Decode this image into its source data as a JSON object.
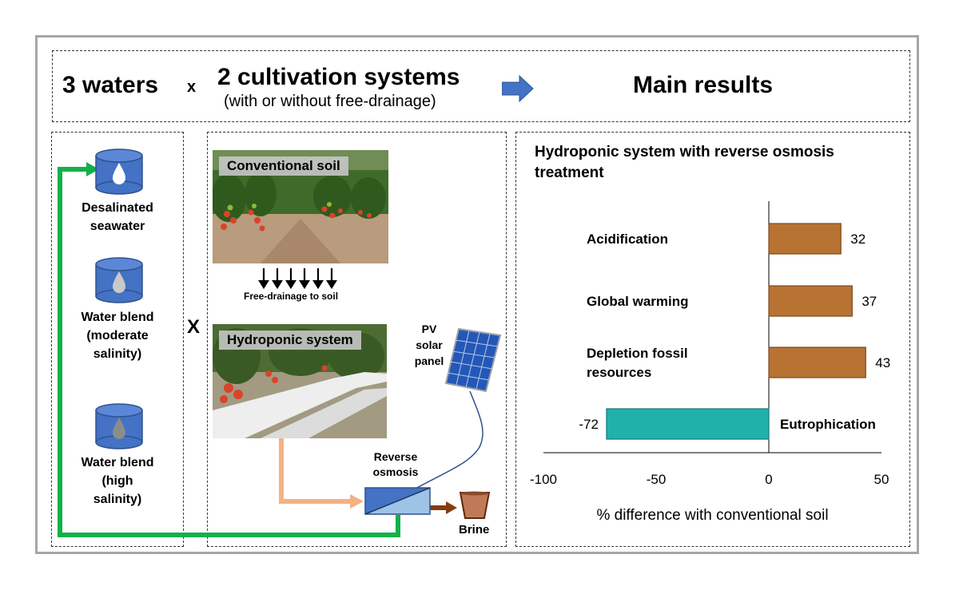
{
  "header": {
    "waters": "3 waters",
    "times_1": "x",
    "systems_title": "2 cultivation systems",
    "systems_subtitle": "(with or without free-drainage)",
    "results_title": "Main results"
  },
  "waters": [
    {
      "label_line1": "Desalinated",
      "label_line2": "seawater",
      "label_line3": "",
      "drop_color": "#ffffff"
    },
    {
      "label_line1": "Water blend",
      "label_line2": "(moderate",
      "label_line3": "salinity)",
      "drop_color": "#c9c9c9"
    },
    {
      "label_line1": "Water blend",
      "label_line2": "(high",
      "label_line3": "salinity)",
      "drop_color": "#8c8c8c"
    }
  ],
  "systems": {
    "times_2": "X",
    "conventional_label": "Conventional soil",
    "drainage_label": "Free-drainage to soil",
    "hydroponic_label": "Hydroponic system",
    "pv_line1": "PV",
    "pv_line2": "solar",
    "pv_line3": "panel",
    "ro_line1": "Reverse",
    "ro_line2": "osmosis",
    "brine_label": "Brine"
  },
  "colors": {
    "water_blue": "#4472c4",
    "green_arrow": "#12b04a",
    "peach_arrow": "#f4b183",
    "brown_arrow": "#843c0c",
    "bar_brown": "#b87333",
    "bar_teal": "#20b2aa"
  },
  "results": {
    "panel_title_line1": "Hydroponic system with reverse osmosis",
    "panel_title_line2": "treatment"
  },
  "chart_data": {
    "type": "bar",
    "orientation": "horizontal",
    "categories": [
      "Acidification",
      "Global warming",
      "Depletion fossil resources",
      "Eutrophication"
    ],
    "category_lines": [
      [
        "Acidification"
      ],
      [
        "Global warming"
      ],
      [
        "Depletion fossil",
        "resources"
      ],
      [
        "Eutrophication"
      ]
    ],
    "values": [
      32,
      37,
      43,
      -72
    ],
    "value_labels": [
      "32",
      "37",
      "43",
      "-72"
    ],
    "xlim": [
      -100,
      50
    ],
    "xticks": [
      -100,
      -50,
      0,
      50
    ],
    "xtick_labels": [
      "-100",
      "-50",
      "0",
      "50"
    ],
    "xlabel": "% difference with conventional soil",
    "title": "",
    "grid": false
  }
}
